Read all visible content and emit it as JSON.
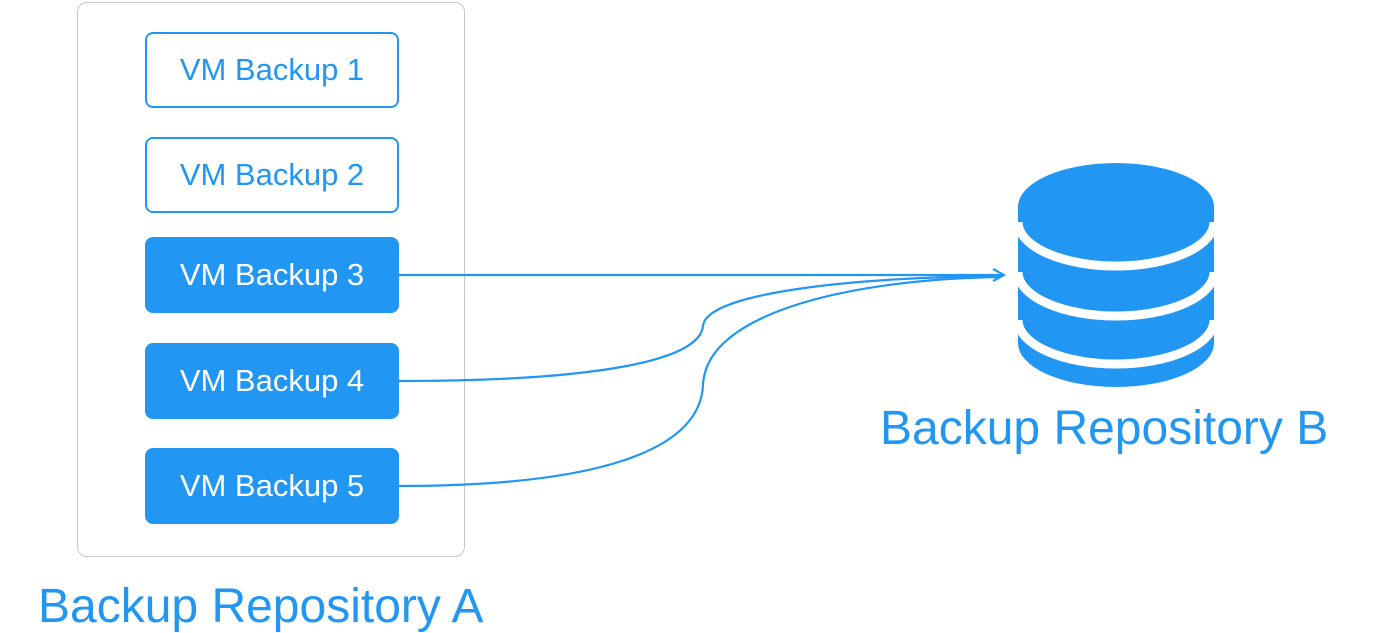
{
  "repository_a": {
    "label": "Backup Repository A",
    "backups": [
      {
        "label": "VM Backup 1",
        "style": "outlined"
      },
      {
        "label": "VM Backup 2",
        "style": "outlined"
      },
      {
        "label": "VM Backup 3",
        "style": "filled"
      },
      {
        "label": "VM Backup 4",
        "style": "filled"
      },
      {
        "label": "VM Backup 5",
        "style": "filled"
      }
    ]
  },
  "repository_b": {
    "label": "Backup Repository B",
    "icon": "database-icon"
  },
  "connections": [
    {
      "from": "VM Backup 3",
      "to": "Backup Repository B"
    },
    {
      "from": "VM Backup 4",
      "to": "Backup Repository B"
    },
    {
      "from": "VM Backup 5",
      "to": "Backup Repository B"
    }
  ],
  "colors": {
    "accent": "#2196f3",
    "frame_border": "#c8c8c8",
    "background": "#ffffff"
  }
}
